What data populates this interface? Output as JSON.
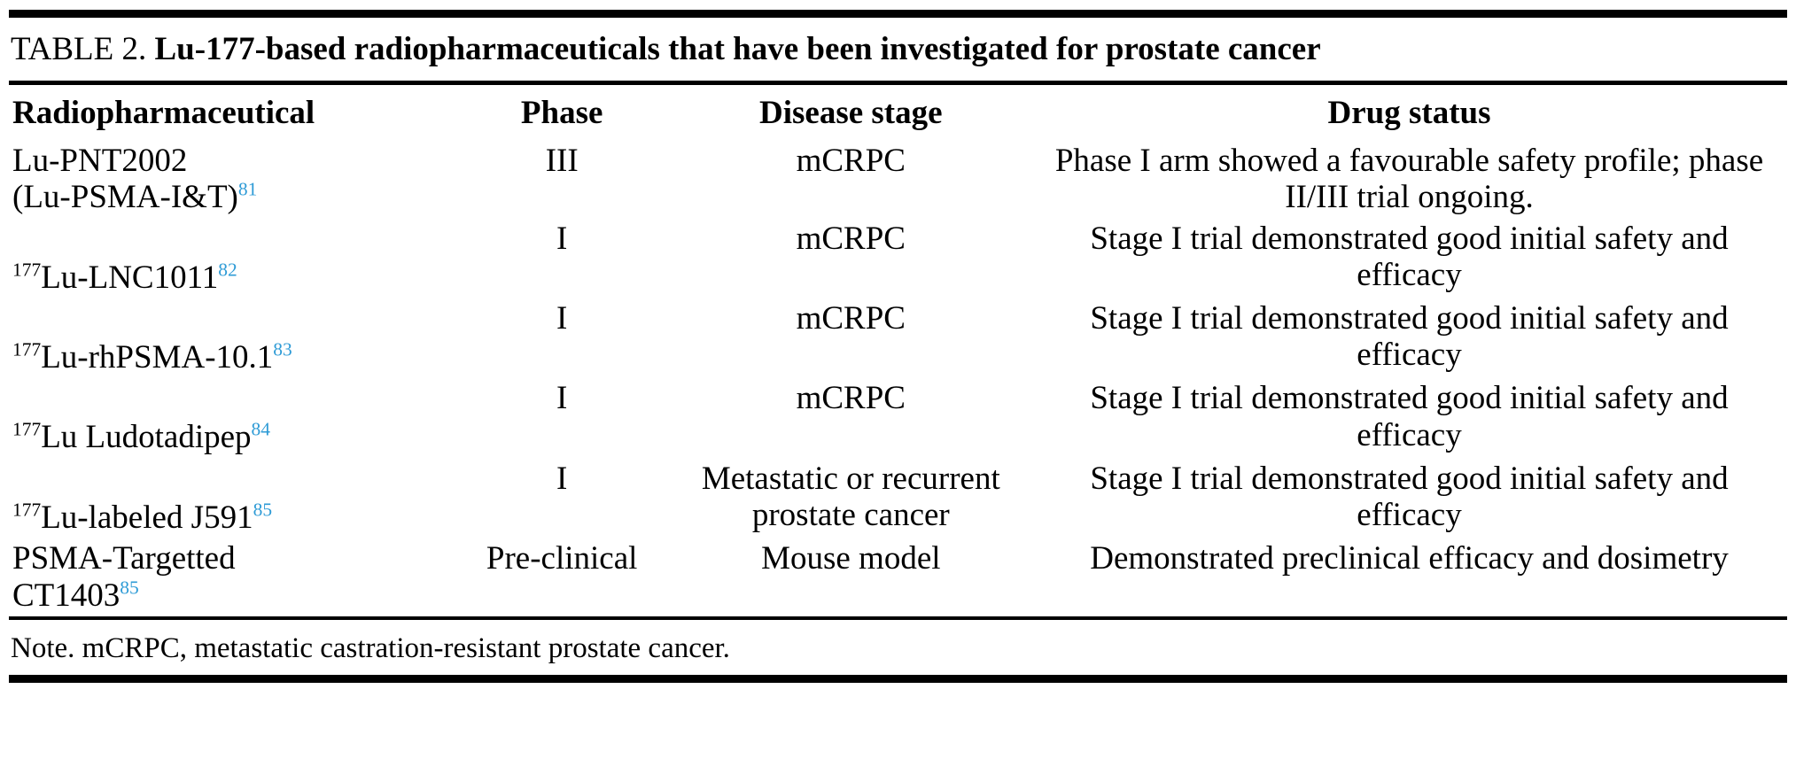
{
  "caption": {
    "label": "TABLE 2.",
    "title": "Lu-177-based radiopharmaceuticals that have been investigated for prostate cancer"
  },
  "columns": {
    "drug": "Radiopharmaceutical",
    "phase": "Phase",
    "stage": "Disease stage",
    "status": "Drug status"
  },
  "rows": [
    {
      "drug_line1": "Lu-PNT2002",
      "drug_line2": "(Lu-PSMA-I&T)",
      "drug_isotope": "",
      "ref": "81",
      "phase": "III",
      "stage": "mCRPC",
      "status": "Phase I arm showed a favourable safety profile; phase II/III trial ongoing."
    },
    {
      "drug_line1": "Lu-LNC1011",
      "drug_line2": "",
      "drug_isotope": "177",
      "ref": "82",
      "phase": "I",
      "stage": "mCRPC",
      "status": "Stage I trial demonstrated good initial safety and efficacy"
    },
    {
      "drug_line1": "Lu-rhPSMA-10.1",
      "drug_line2": "",
      "drug_isotope": "177",
      "ref": "83",
      "phase": "I",
      "stage": "mCRPC",
      "status": "Stage I trial demonstrated good initial safety and efficacy"
    },
    {
      "drug_line1": "Lu Ludotadipep",
      "drug_line2": "",
      "drug_isotope": "177",
      "ref": "84",
      "phase": "I",
      "stage": "mCRPC",
      "status": "Stage I trial demonstrated good initial safety and efficacy"
    },
    {
      "drug_line1": "Lu-labeled J591",
      "drug_line2": "",
      "drug_isotope": "177",
      "ref": "85",
      "phase": "I",
      "stage": "Metastatic or recurrent prostate cancer",
      "status": "Stage I trial demonstrated good initial safety and efficacy"
    },
    {
      "drug_line1": "PSMA-Targetted",
      "drug_line2": "CT1403",
      "drug_isotope": "",
      "ref": "85",
      "phase": "Pre-clinical",
      "stage": "Mouse model",
      "status": "Demonstrated preclinical efficacy and dosimetry"
    }
  ],
  "note": "Note. mCRPC, metastatic castration-resistant prostate cancer.",
  "colors": {
    "reference_link": "#2e9bd6",
    "text": "#000000",
    "rule": "#000000"
  }
}
